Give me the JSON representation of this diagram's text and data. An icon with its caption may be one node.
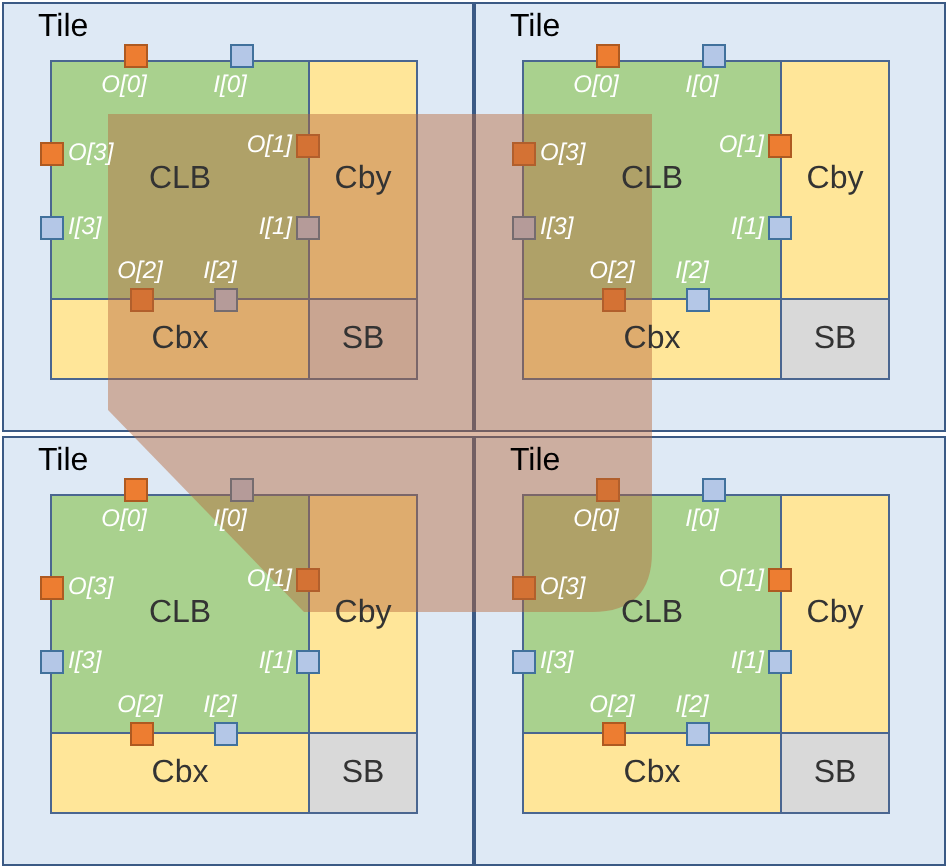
{
  "diagram": {
    "nodes": [
      {
        "text": [
          "Tile"
        ]
      },
      {
        "text": [
          "CLB"
        ],
        "in": 0
      },
      {
        "text": [],
        "shape": "box",
        "in": 0,
        "beside": [
          "O[0]"
        ]
      },
      {
        "text": [],
        "shape": "box",
        "in": 0,
        "beside": [
          "I[0]"
        ]
      },
      {
        "text": [],
        "shape": "box",
        "in": 0,
        "beside": [
          "O[3]"
        ]
      },
      {
        "text": [],
        "shape": "box",
        "in": 0,
        "beside": [
          "O[1]"
        ]
      },
      {
        "text": [],
        "shape": "box",
        "in": 0,
        "beside": [
          "I[3]"
        ]
      },
      {
        "text": [],
        "shape": "box",
        "in": 0,
        "beside": [
          "I[1]"
        ]
      },
      {
        "text": [],
        "shape": "box",
        "in": 0,
        "beside": [
          "O[2]"
        ]
      },
      {
        "text": [],
        "shape": "box",
        "in": 0,
        "beside": [
          "I[2]"
        ]
      },
      {
        "text": [
          "Cby"
        ],
        "in": 0
      },
      {
        "text": [
          "Cbx"
        ],
        "in": 0
      },
      {
        "text": [
          "SB"
        ],
        "in": 0
      },
      {
        "text": [
          "Tile"
        ]
      },
      {
        "text": [
          "CLB"
        ],
        "in": 13
      },
      {
        "text": [],
        "shape": "box",
        "in": 13,
        "beside": [
          "O[0]"
        ]
      },
      {
        "text": [],
        "shape": "box",
        "in": 13,
        "beside": [
          "I[0]"
        ]
      },
      {
        "text": [],
        "shape": "box",
        "in": 13,
        "beside": [
          "O[3]"
        ]
      },
      {
        "text": [],
        "shape": "box",
        "in": 13,
        "beside": [
          "O[1]"
        ]
      },
      {
        "text": [],
        "shape": "box",
        "in": 13,
        "beside": [
          "I[3]"
        ]
      },
      {
        "text": [],
        "shape": "box",
        "in": 13,
        "beside": [
          "I[1]"
        ]
      },
      {
        "text": [],
        "shape": "box",
        "in": 13,
        "beside": [
          "O[2]"
        ]
      },
      {
        "text": [],
        "shape": "box",
        "in": 13,
        "beside": [
          "I[2]"
        ]
      },
      {
        "text": [
          "Cby"
        ],
        "in": 13
      },
      {
        "text": [
          "Cbx"
        ],
        "in": 13
      },
      {
        "text": [
          "SB"
        ],
        "in": 13
      },
      {
        "text": [
          "Tile"
        ]
      },
      {
        "text": [
          "CLB"
        ],
        "in": 26
      },
      {
        "text": [],
        "shape": "box",
        "in": 26,
        "beside": [
          "O[0]"
        ]
      },
      {
        "text": [],
        "shape": "box",
        "in": 26,
        "beside": [
          "I[0]"
        ]
      },
      {
        "text": [],
        "shape": "box",
        "in": 26,
        "beside": [
          "O[3]"
        ]
      },
      {
        "text": [],
        "shape": "box",
        "in": 26,
        "beside": [
          "O[1]"
        ]
      },
      {
        "text": [],
        "shape": "box",
        "in": 26,
        "beside": [
          "I[3]"
        ]
      },
      {
        "text": [],
        "shape": "box",
        "in": 26,
        "beside": [
          "I[1]"
        ]
      },
      {
        "text": [],
        "shape": "box",
        "in": 26,
        "beside": [
          "O[2]"
        ]
      },
      {
        "text": [],
        "shape": "box",
        "in": 26,
        "beside": [
          "I[2]"
        ]
      },
      {
        "text": [
          "Cby"
        ],
        "in": 26
      },
      {
        "text": [
          "Cbx"
        ],
        "in": 26
      },
      {
        "text": [
          "SB"
        ],
        "in": 26
      },
      {
        "text": [
          "Tile"
        ]
      },
      {
        "text": [
          "CLB"
        ],
        "in": 39
      },
      {
        "text": [],
        "shape": "box",
        "in": 39,
        "beside": [
          "O[0]"
        ]
      },
      {
        "text": [],
        "shape": "box",
        "in": 39,
        "beside": [
          "I[0]"
        ]
      },
      {
        "text": [],
        "shape": "box",
        "in": 39,
        "beside": [
          "O[3]"
        ]
      },
      {
        "text": [],
        "shape": "box",
        "in": 39,
        "beside": [
          "O[1]"
        ]
      },
      {
        "text": [],
        "shape": "box",
        "in": 39,
        "beside": [
          "I[3]"
        ]
      },
      {
        "text": [],
        "shape": "box",
        "in": 39,
        "beside": [
          "I[1]"
        ]
      },
      {
        "text": [],
        "shape": "box",
        "in": 39,
        "beside": [
          "O[2]"
        ]
      },
      {
        "text": [],
        "shape": "box",
        "in": 39,
        "beside": [
          "I[2]"
        ]
      },
      {
        "text": [
          "Cby"
        ],
        "in": 39
      },
      {
        "text": [
          "Cbx"
        ],
        "in": 39
      },
      {
        "text": [
          "SB"
        ],
        "in": 39
      }
    ]
  }
}
